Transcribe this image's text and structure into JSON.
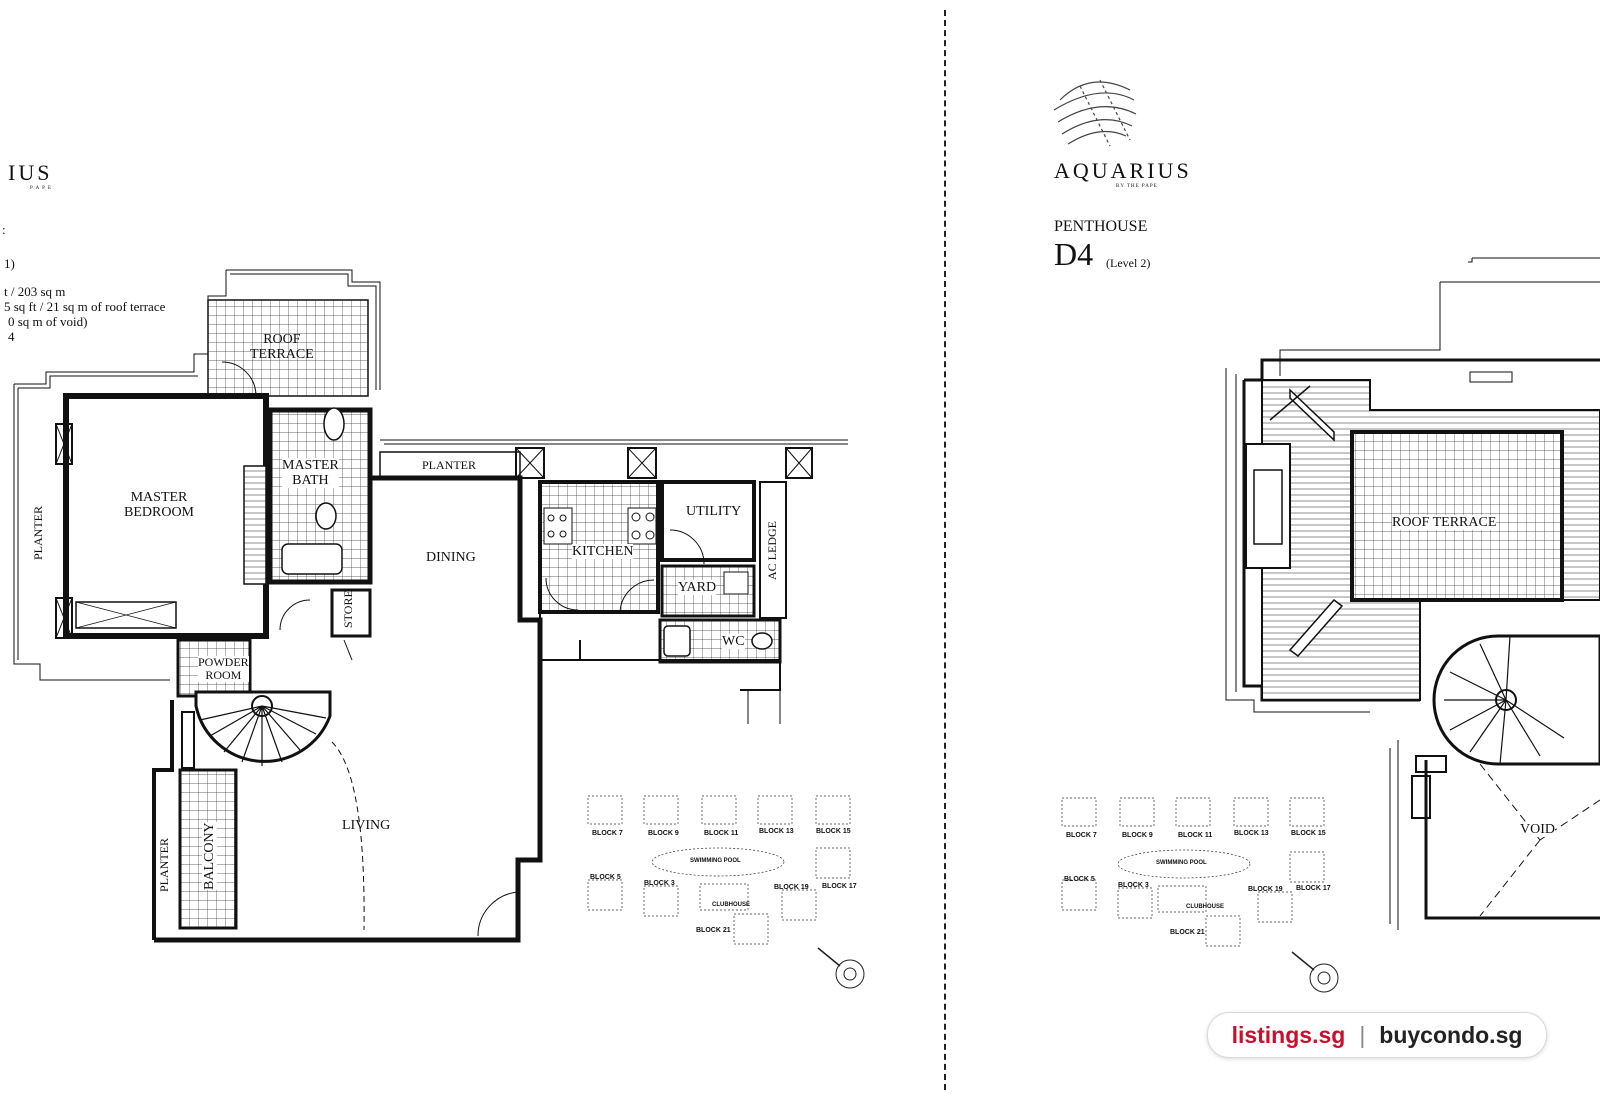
{
  "left_page": {
    "brand": "IUS",
    "brand_sub": "P A P E",
    "title_fragment": ":",
    "level_fragment": "1)",
    "area_lines": [
      "t / 203 sq m",
      "5 sq ft / 21 sq m of roof terrace",
      "0 sq m of void)",
      "4"
    ],
    "rooms": {
      "roof_terrace": "ROOF\nTERRACE",
      "master_bath": "MASTER\nBATH",
      "planter_top": "PLANTER",
      "master_bedroom": "MASTER\nBEDROOM",
      "planter_left": "PLANTER",
      "dining": "DINING",
      "kitchen": "KITCHEN",
      "utility": "UTILITY",
      "yard": "YARD",
      "ac_ledge": "AC LEDGE",
      "wc": "WC",
      "store": "STORE",
      "powder_room": "POWDER\nROOM",
      "living": "LIVING",
      "balcony": "BALCONY",
      "planter_bottom": "PLANTER"
    },
    "site_plan": {
      "blocks_top": [
        "BLOCK 7",
        "BLOCK 9",
        "BLOCK 11",
        "BLOCK 13",
        "BLOCK 15"
      ],
      "swimming_pool": "SWIMMING POOL",
      "block_5": "BLOCK 5",
      "block_3": "BLOCK 3",
      "block_19": "BLOCK 19",
      "block_17": "BLOCK 17",
      "clubhouse": "CLUBHOUSE",
      "block_21": "BLOCK 21"
    }
  },
  "right_page": {
    "brand": "AQUARIUS",
    "brand_sub": "BY THE PAPE",
    "unit_type": "PENTHOUSE",
    "unit_code": "D4",
    "level": "(Level 2)",
    "rooms": {
      "roof_terrace": "ROOF TERRACE",
      "void": "VOID"
    },
    "site_plan": {
      "blocks_top": [
        "BLOCK 7",
        "BLOCK 9",
        "BLOCK 11",
        "BLOCK 13",
        "BLOCK 15"
      ],
      "swimming_pool": "SWIMMING POOL",
      "block_5": "BLOCK 5",
      "block_3": "BLOCK 3",
      "block_19": "BLOCK 19",
      "block_17": "BLOCK 17",
      "clubhouse": "CLUBHOUSE",
      "block_21": "BLOCK 21"
    }
  },
  "watermark": {
    "site_a": "listings.sg",
    "separator": "|",
    "site_b": "buycondo.sg",
    "color_a": "#c8102e",
    "color_b": "#222222"
  }
}
